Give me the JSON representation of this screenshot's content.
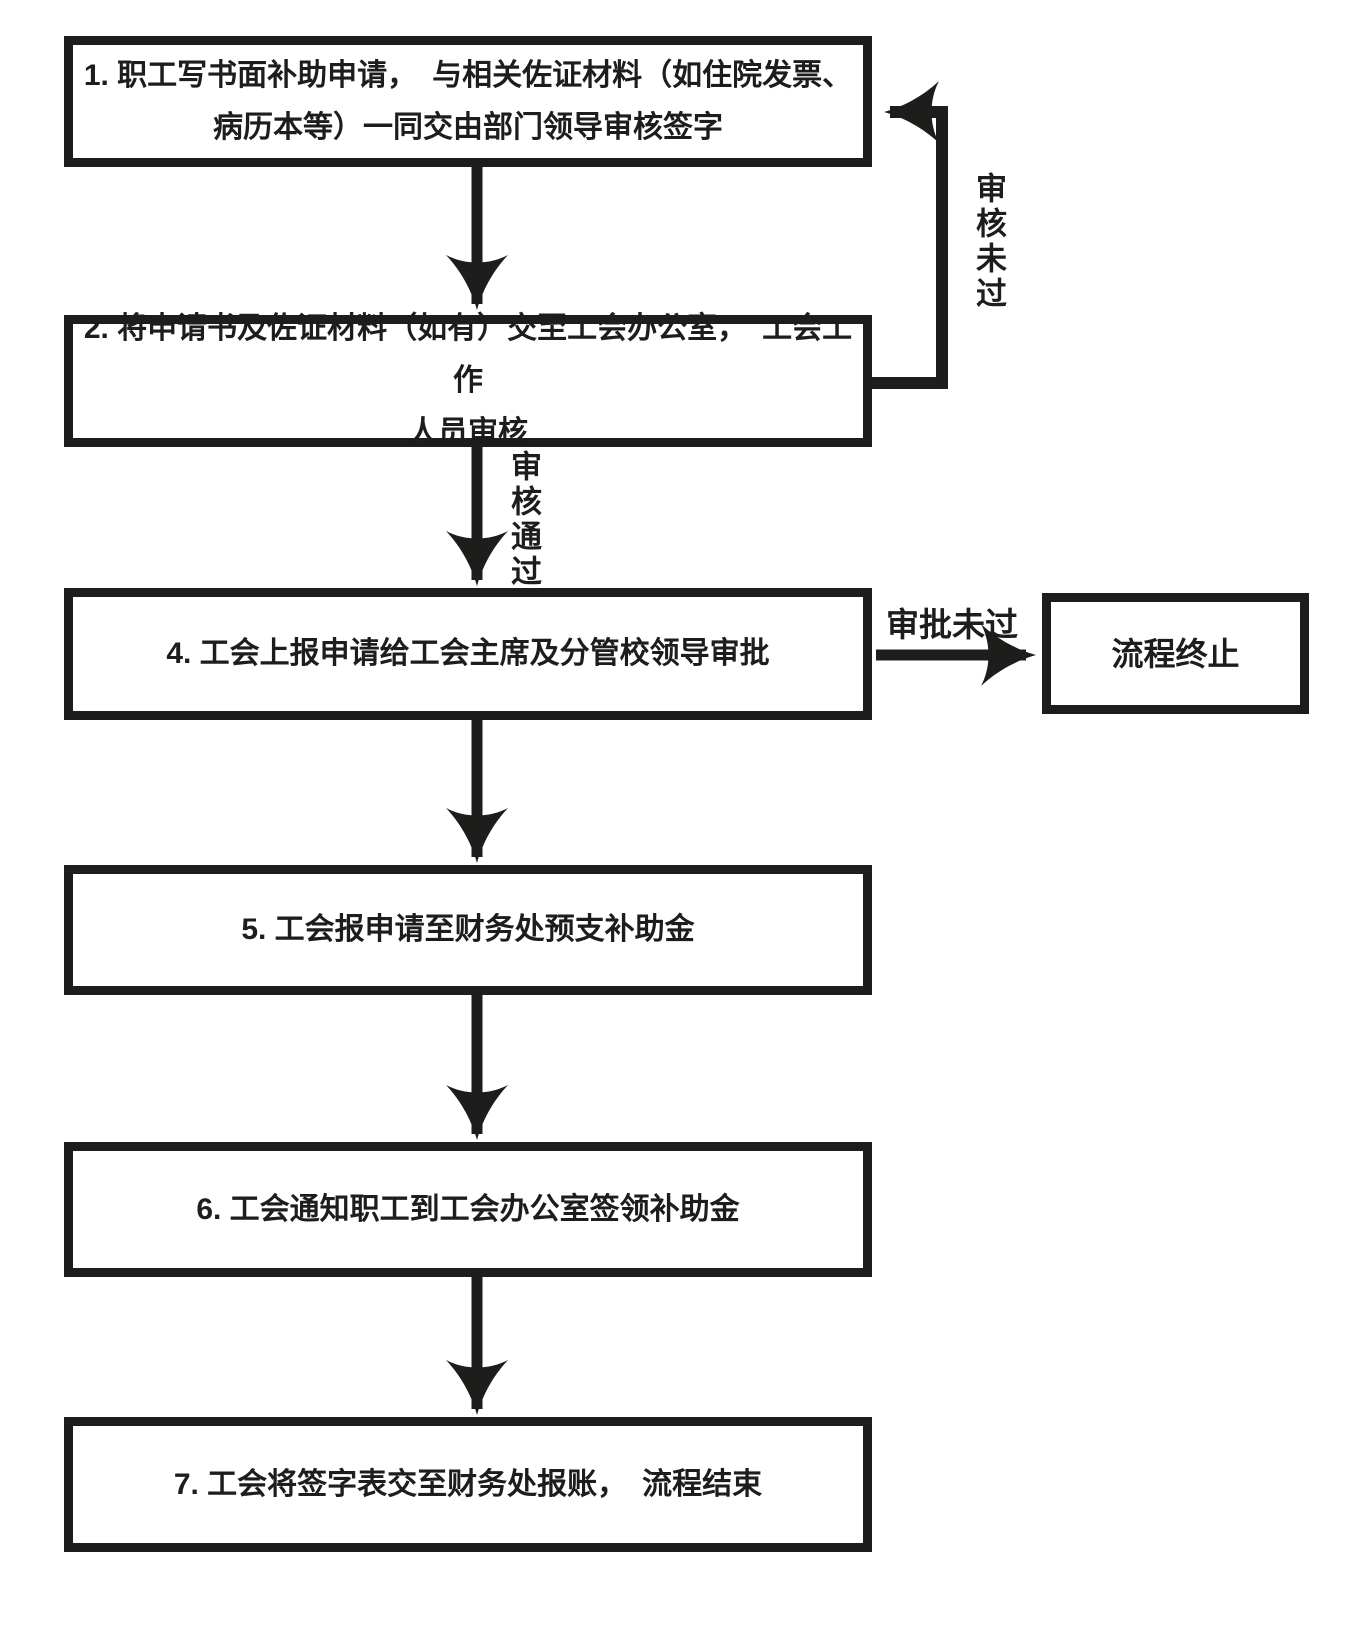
{
  "diagram": {
    "boxes": [
      {
        "id": "step1",
        "text": "1. 职工写书面补助申请，　与相关佐证材料（如住院发票、\n病历本等）一同交由部门领导审核签字"
      },
      {
        "id": "step2",
        "text": "2. 将申请书及佐证材料（如有）交至工会办公室，　工会工作\n人员审核"
      },
      {
        "id": "step4",
        "text": "4. 工会上报申请给工会主席及分管校领导审批"
      },
      {
        "id": "step5",
        "text": "5. 工会报申请至财务处预支补助金"
      },
      {
        "id": "step6",
        "text": "6. 工会通知职工到工会办公室签领补助金"
      },
      {
        "id": "step7",
        "text": "7. 工会将签字表交至财务处报账，　流程结束"
      },
      {
        "id": "terminate",
        "text": "流程终止"
      }
    ],
    "labels": {
      "review_fail": "审核未过",
      "review_pass": "审核通过",
      "approve_fail": "审批未过"
    },
    "colors": {
      "stroke": "#1d1d1b",
      "background": "#ffffff"
    }
  }
}
